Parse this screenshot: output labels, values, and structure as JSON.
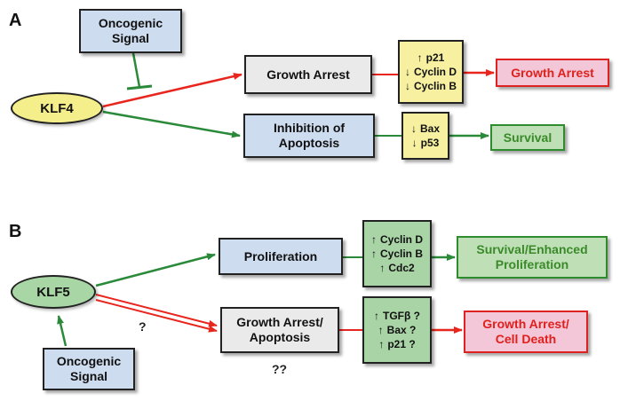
{
  "panel_a": {
    "letter": "A",
    "oncogenic_signal": [
      "Oncogenic",
      "Signal"
    ],
    "klf": "KLF4",
    "growth_arrest_box": "Growth Arrest",
    "inhibition_box": [
      "Inhibition of",
      "Apoptosis"
    ],
    "gene_box_1": [
      {
        "arrow": "↑",
        "text": "p21"
      },
      {
        "arrow": "↓",
        "text": "Cyclin D"
      },
      {
        "arrow": "↓",
        "text": "Cyclin B"
      }
    ],
    "gene_box_2": [
      {
        "arrow": "↓",
        "text": "Bax"
      },
      {
        "arrow": "↓",
        "text": "p53"
      }
    ],
    "outcome_red": "Growth Arrest",
    "outcome_green": "Survival"
  },
  "panel_b": {
    "letter": "B",
    "klf": "KLF5",
    "oncogenic_signal": [
      "Oncogenic",
      "Signal"
    ],
    "proliferation_box": "Proliferation",
    "growth_arrest_box": [
      "Growth Arrest/",
      "Apoptosis"
    ],
    "gene_box_1": [
      {
        "arrow": "↑",
        "text": "Cyclin D"
      },
      {
        "arrow": "↑",
        "text": "Cyclin B"
      },
      {
        "arrow": "↑",
        "text": "Cdc2"
      }
    ],
    "gene_box_2": [
      {
        "arrow": "↑",
        "text": "TGFβ ?"
      },
      {
        "arrow": "↑",
        "text": "Bax ?"
      },
      {
        "arrow": "↑",
        "text": "p21 ?"
      }
    ],
    "outcome_green": [
      "Survival/Enhanced",
      "Proliferation"
    ],
    "outcome_red": [
      "Growth Arrest/",
      "Cell Death"
    ],
    "question_mark": "?",
    "double_question": "??"
  },
  "colors": {
    "red_arrow": "#e8261e",
    "green_arrow": "#2a8a3a",
    "inhibit": "#2a8a3a"
  }
}
